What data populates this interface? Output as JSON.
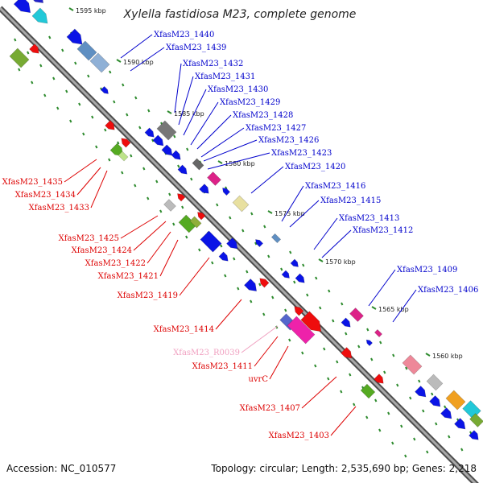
{
  "title": "Xylella fastidiosa M23, complete genome",
  "footer": {
    "accession": "Accession: NC_010577",
    "summary": "Topology: circular; Length: 2,535,690 bp; Genes: 2,218"
  },
  "scale_labels": [
    "1595 kbp",
    "1590 kbp",
    "1585 kbp",
    "1580 kbp",
    "1575 kbp",
    "1570 kbp",
    "1565 kbp",
    "1560 kbp"
  ],
  "labels_blue": [
    "XfasM23_1440",
    "XfasM23_1439",
    "XfasM23_1432",
    "XfasM23_1431",
    "XfasM23_1430",
    "XfasM23_1429",
    "XfasM23_1428",
    "XfasM23_1427",
    "XfasM23_1426",
    "XfasM23_1423",
    "XfasM23_1420",
    "XfasM23_1416",
    "XfasM23_1415",
    "XfasM23_1413",
    "XfasM23_1412",
    "XfasM23_1409",
    "XfasM23_1406"
  ],
  "labels_red": [
    "XfasM23_1435",
    "XfasM23_1434",
    "XfasM23_1433",
    "XfasM23_1425",
    "XfasM23_1424",
    "XfasM23_1422",
    "XfasM23_1421",
    "XfasM23_1419",
    "XfasM23_1414",
    "XfasM23_1411",
    "uvrC",
    "XfasM23_1407",
    "XfasM23_1403"
  ],
  "labels_pink": [
    "XfasM23_R0039"
  ],
  "colors": {
    "blue_label": "#0000cc",
    "red_label": "#dd0000",
    "pink_label": "#f0a0c0",
    "backbone": "#888888",
    "tick": "#2e8b2e"
  }
}
